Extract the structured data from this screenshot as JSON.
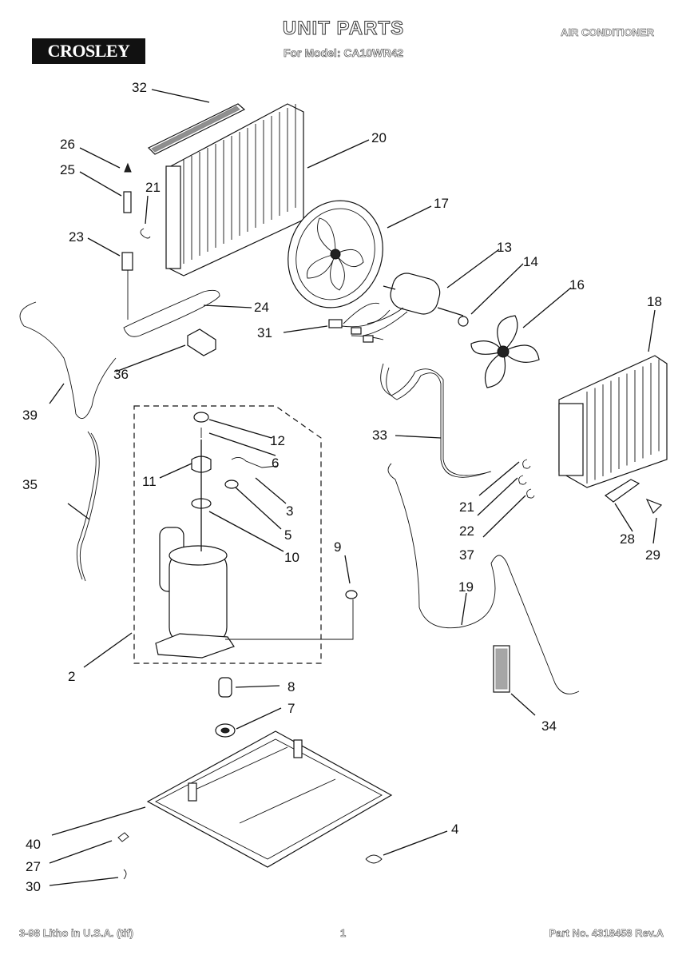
{
  "header": {
    "brand": "CROSLEY",
    "title": "UNIT PARTS",
    "subtitle": "For Model: CA10WR42",
    "category": "AIR CONDITIONER"
  },
  "footer": {
    "left": "3-98 Litho in U.S.A. (tif)",
    "center": "1",
    "right": "Part No. 4318458 Rev.A"
  },
  "callouts": [
    "32",
    "26",
    "25",
    "21",
    "20",
    "17",
    "13",
    "14",
    "16",
    "18",
    "23",
    "24",
    "31",
    "36",
    "39",
    "33",
    "12",
    "6",
    "11",
    "3",
    "5",
    "10",
    "21",
    "22",
    "37",
    "28",
    "29",
    "35",
    "9",
    "19",
    "2",
    "8",
    "7",
    "34",
    "40",
    "27",
    "4",
    "30"
  ]
}
